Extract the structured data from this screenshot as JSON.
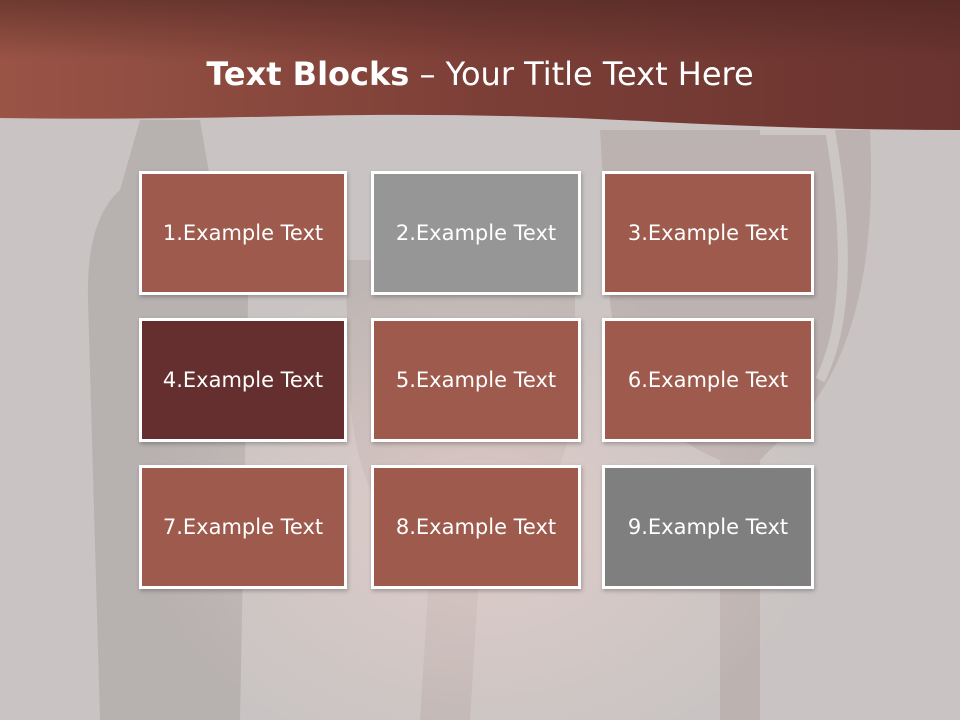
{
  "slide": {
    "title_bold": "Text Blocks",
    "title_rest": " – Your Title Text Here",
    "colors": {
      "header": "#7a3d34",
      "block_default": "#9e5a4c",
      "block_dark": "#652f2f",
      "block_gray_light": "#969696",
      "block_gray_dark": "#7f7f7f",
      "border": "#ffffff",
      "text": "#ffffff"
    }
  },
  "blocks": [
    {
      "label": "1.Example Text",
      "color": "#9e5a4c"
    },
    {
      "label": "2.Example Text",
      "color": "#969696"
    },
    {
      "label": "3.Example Text",
      "color": "#9e5a4c"
    },
    {
      "label": "4.Example Text",
      "color": "#652f2f"
    },
    {
      "label": "5.Example Text",
      "color": "#9e5a4c"
    },
    {
      "label": "6.Example Text",
      "color": "#9e5a4c"
    },
    {
      "label": "7.Example Text",
      "color": "#9e5a4c"
    },
    {
      "label": "8.Example Text",
      "color": "#9e5a4c"
    },
    {
      "label": "9.Example Text",
      "color": "#7f7f7f"
    }
  ]
}
